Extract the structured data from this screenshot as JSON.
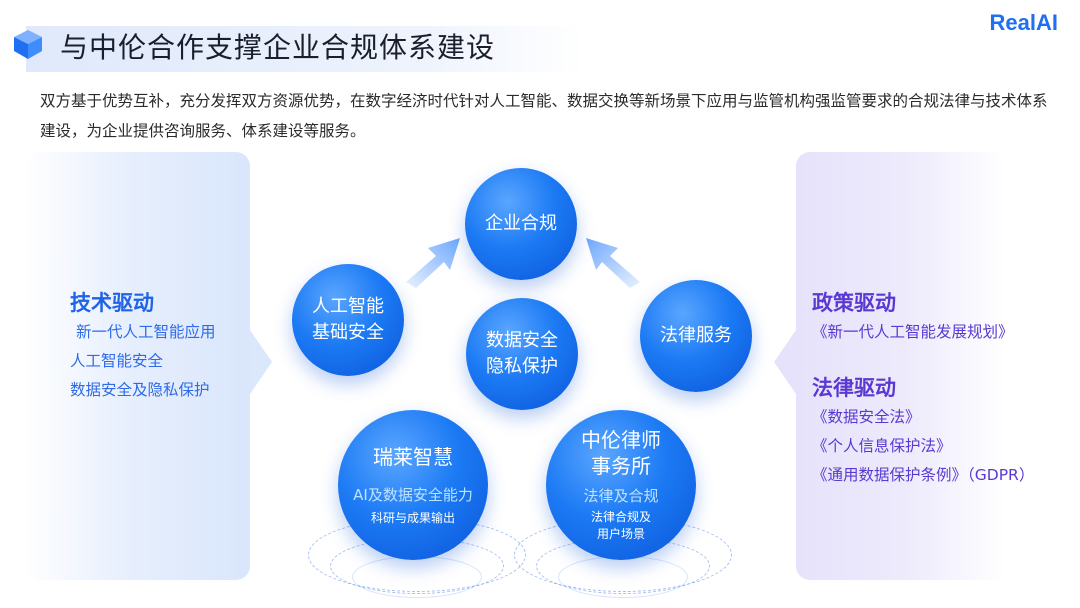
{
  "header": {
    "title": "与中伦合作支撑企业合规体系建设",
    "brand": "RealAI"
  },
  "intro": "双方基于优势互补，充分发挥双方资源优势，在数字经济时代针对人工智能、数据交换等新场景下应用与监管机构强监管要求的合规法律与技术体系建设，为企业提供咨询服务、体系建设等服务。",
  "left_panel": {
    "heading": "技术驱动",
    "items": [
      "新一代人工智能应用",
      "人工智能安全",
      "数据安全及隐私保护"
    ]
  },
  "right_panel": {
    "policy_heading": "政策驱动",
    "policy_items": [
      "《新一代人工智能发展规划》"
    ],
    "law_heading": "法律驱动",
    "law_items": [
      "《数据安全法》",
      "《个人信息保护法》",
      "《通用数据保护条例》（GDPR）"
    ]
  },
  "diagram": {
    "top": "企业合规",
    "left_line1": "人工智能",
    "left_line2": "基础安全",
    "center_line1": "数据安全",
    "center_line2": "隐私保护",
    "right": "法律服务",
    "realai": {
      "name": "瑞莱智慧",
      "sub": "AI及数据安全能力",
      "detail": "科研与成果输出"
    },
    "zhonglun": {
      "name_line1": "中伦律师",
      "name_line2": "事务所",
      "sub": "法律及合规",
      "detail_line1": "法律合规及",
      "detail_line2": "用户场景"
    }
  },
  "colors": {
    "accent_blue": "#1f6ff2",
    "accent_purple": "#5a39d2"
  }
}
